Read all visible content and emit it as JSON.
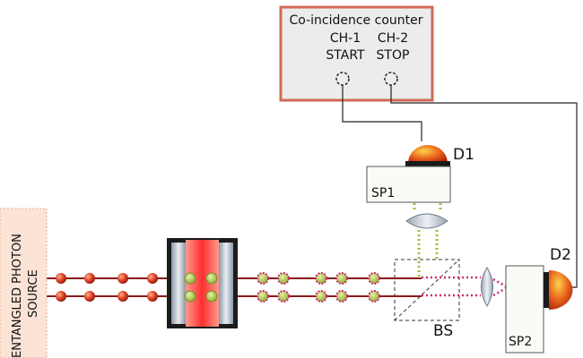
{
  "counter": {
    "title": "Co-incidence counter",
    "ch1_label": "CH-1",
    "ch2_label": "CH-2",
    "start_label": "START",
    "stop_label": "STOP"
  },
  "detectors": {
    "d1": "D1",
    "d2": "D2"
  },
  "components": {
    "sp1": "SP1",
    "sp2": "SP2",
    "bs": "BS"
  },
  "source": {
    "line1": "ENTANGLED PHOTON",
    "line2": "SOURCE"
  },
  "colors": {
    "counter_border": "#d06a55",
    "counter_fill": "#ededed",
    "beam": "#8b1a1a",
    "photon": "#c0392b",
    "cavity_red": "#ff3b3b",
    "source_bg": "#fbe3d6",
    "green_dot": "#9bbf3a",
    "magenta": "#cc2a6e"
  }
}
